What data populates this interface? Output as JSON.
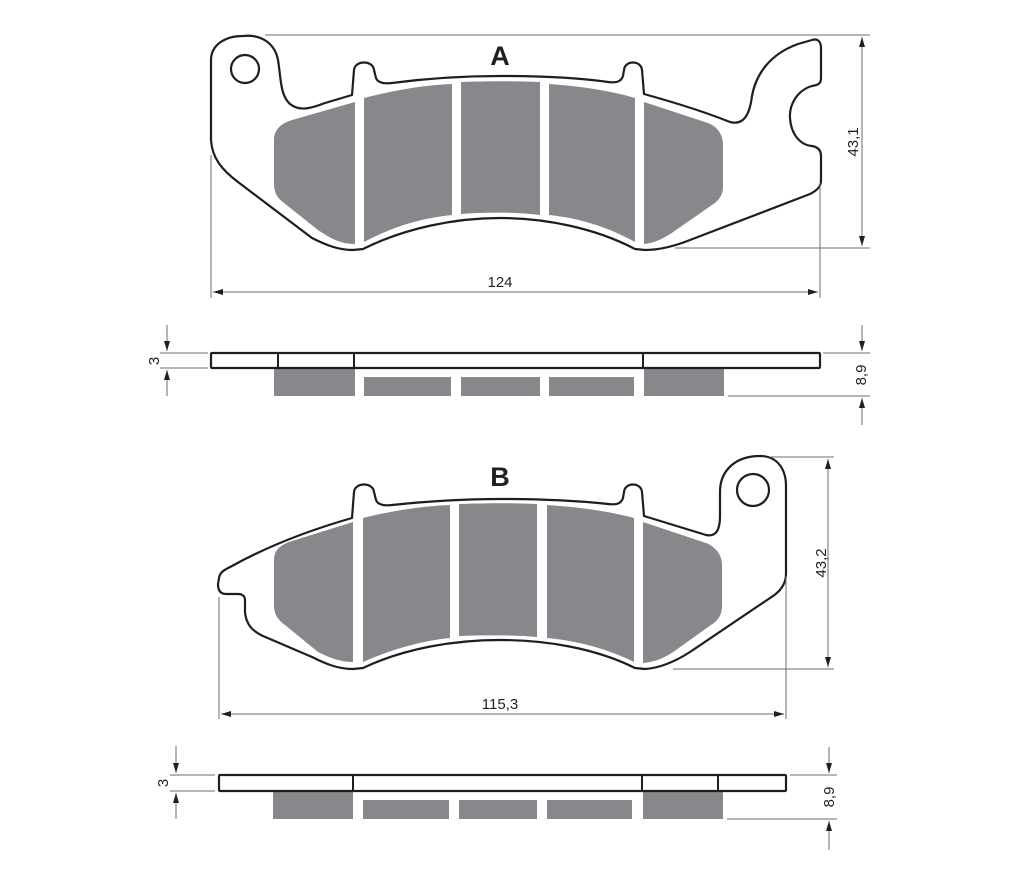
{
  "diagram": {
    "type": "brake-pad-technical-drawing",
    "pads": [
      {
        "label": "A",
        "width_dim": "124",
        "height_dim": "43,1",
        "backing_thickness_dim": "3",
        "total_thickness_dim": "8,9",
        "friction_blocks": 5
      },
      {
        "label": "B",
        "width_dim": "115,3",
        "height_dim": "43,2",
        "backing_thickness_dim": "3",
        "total_thickness_dim": "8,9",
        "friction_blocks": 5
      }
    ],
    "colors": {
      "outline": "#1e1e1e",
      "friction_material": "#87888c",
      "dimension_line": "#6d6e71",
      "text": "#231f20",
      "background": "#ffffff"
    }
  }
}
